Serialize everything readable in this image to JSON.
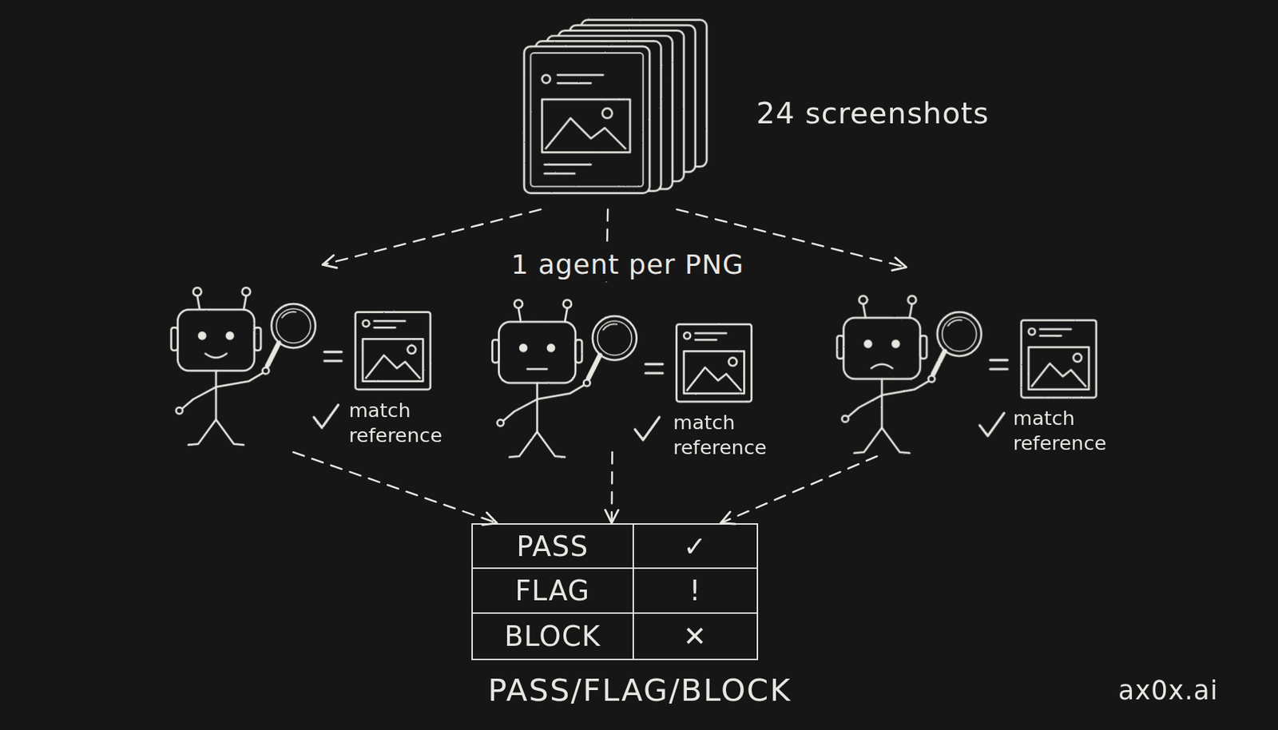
{
  "diagram": {
    "caption": "PASS/FLAG/BLOCK",
    "nodes": [
      {
        "text": [
          "24 screenshots"
        ]
      },
      {
        "text": [
          "match reference"
        ]
      },
      {
        "text": [
          "match reference"
        ]
      },
      {
        "text": [
          "match reference"
        ]
      },
      {
        "text": [
          "PASS",
          "✓",
          "FLAG",
          "!",
          "BLOCK",
          "✕"
        ]
      }
    ],
    "edges": [
      {
        "from": 0,
        "to": 1,
        "arrow": "to"
      },
      {
        "from": 0,
        "to": 2,
        "label": "1 agent per PNG",
        "arrow": "to"
      },
      {
        "from": 0,
        "to": 3,
        "arrow": "to"
      },
      {
        "from": 1,
        "to": 4,
        "arrow": "to"
      },
      {
        "from": 2,
        "to": 4,
        "arrow": "to"
      },
      {
        "from": 3,
        "to": 4,
        "arrow": "to"
      }
    ],
    "labels": [
      "ax0x.ai"
    ]
  }
}
